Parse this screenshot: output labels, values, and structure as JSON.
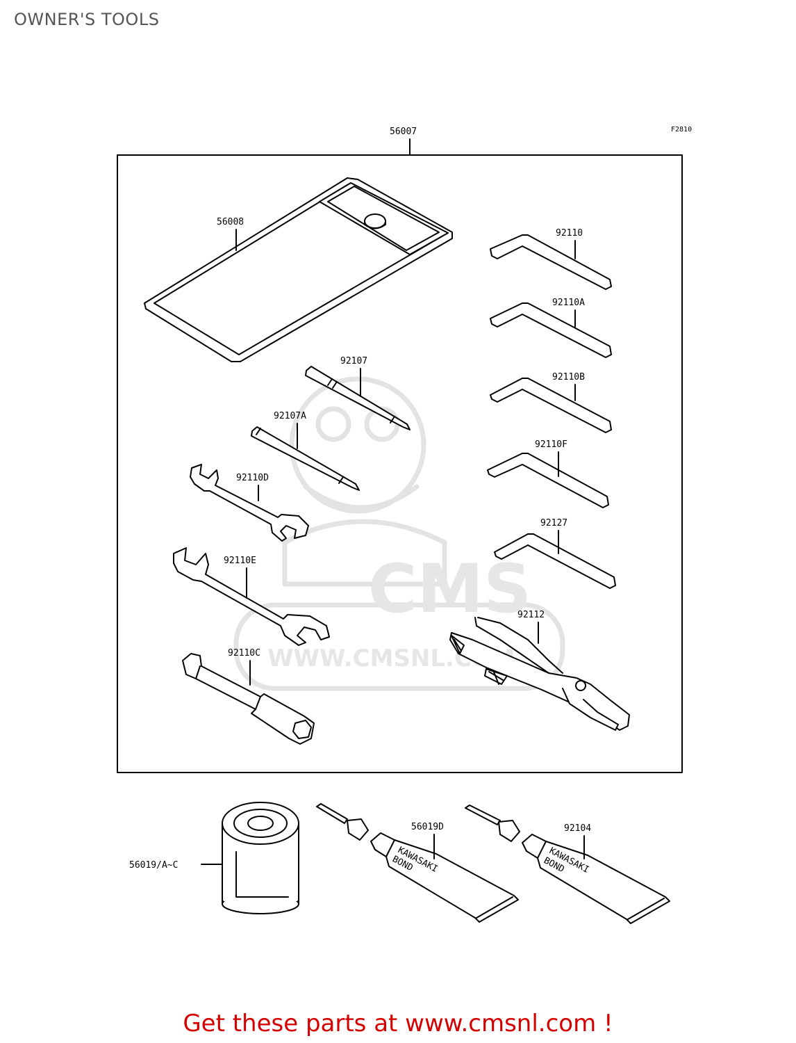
{
  "page": {
    "title": "OWNER'S TOOLS"
  },
  "diagram": {
    "figure_ref": "F2810",
    "set_label": "56007",
    "parts": {
      "pouch": "56008",
      "screwdriver_a": "92107",
      "screwdriver_b": "92107A",
      "wrench_small": "92110D",
      "wrench_large": "92110E",
      "socket": "92110C",
      "hex_key_1": "92110",
      "hex_key_2": "92110A",
      "hex_key_3": "92110B",
      "hex_key_4": "92110F",
      "hex_key_5": "92127",
      "pliers": "92112",
      "oil_filter": "56019/A~C",
      "bond_tube_1": "56019D",
      "bond_tube_2": "92104"
    },
    "tube_text": {
      "line1": "KAWASAKI",
      "line2": "BOND"
    }
  },
  "watermark": {
    "logo_text": "CMS",
    "site_text": "WWW.CMSNL.COM"
  },
  "footer": {
    "text": "Get these parts at www.cmsnl.com !"
  }
}
